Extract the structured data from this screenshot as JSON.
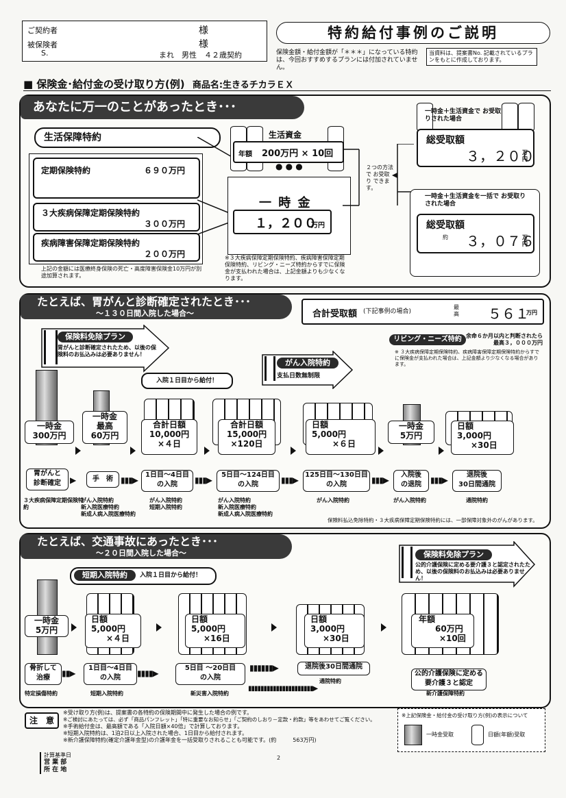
{
  "header": {
    "contractor_label": "ご契約者",
    "insured_label": "被保険者",
    "insured_name": "S.",
    "honorific1": "様",
    "honorific2": "様",
    "insured_detail": "まれ　男性　４２歳契約",
    "title": "特約給付事例のご説明",
    "note_main": "保険金額・給付金額が「＊＊＊」になっている特約は、今回おすすめするプランには付加されていません。",
    "note_box": "当資料は、提案書No. 記載されているプランをもとに作成しております。"
  },
  "section_heading": {
    "label": "■ 保険金･給付金の受け取り方(例)",
    "product_label": "商品名:生きるチカラＥＸ"
  },
  "s1": {
    "banner": "あなたに万一のことがあったとき･･･",
    "life_rider": "生活保障特約",
    "rows": [
      {
        "name": "定期保険特約",
        "amount": "６９０万円"
      },
      {
        "name": "３大疾病保障定期保険特約",
        "amount": "３００万円"
      },
      {
        "name": "疾病障害保障定期保険特約",
        "amount": "２００万円"
      }
    ],
    "note_left": "上記の金額には医療終身保険の死亡・高度障害保険金10万円が別途加算されます。",
    "living_label": "生活資金",
    "annual_prefix": "年額",
    "annual_value": "200万円 × 10回",
    "lump_label": "一 時 金",
    "lump_value": "１，２００",
    "lump_unit": "万円",
    "two_ways": "２つの方法で お受取り できます。",
    "note_bottom": "※３大疾病保障定期保険特約、疾病障害保障定期保険特約、リビング・ニーズ特約からすでに保険金が支払われた場合は、上記金額よりも少なくなります。",
    "opt1_title": "一時金＋生活資金で お受取りされた場合",
    "opt1_label": "総受取額",
    "opt1_value": "３，２００",
    "opt1_unit": "万円",
    "opt2_title": "一時金＋生活資金を一括で お受取りされた場合",
    "opt2_label": "総受取額",
    "opt2_approx": "約",
    "opt2_value": "３，０７６",
    "opt2_unit": "万円"
  },
  "s2": {
    "banner": "たとえば、胃がんと診断確定されたとき･･･",
    "sub": "～１３０日間入院した場合～",
    "total_label": "合計受取額",
    "total_note": "(下記事例の場合)",
    "total_max": "最高",
    "total_value": "５６１",
    "total_unit": "万円",
    "waiver_title": "保険料免除プラン",
    "waiver_text": "胃がんと診断確定されたため、以後の保険料のお払込みは必要ありません！",
    "living_needs": "リビング・ニーズ特約",
    "living_needs_text": "余命６か月以内と判断されたら最高３，０００万円",
    "living_needs_note": "※ ３大疾病保障定期保険特約、疾病障害保障定期保険特約からすでに保険金が支払われた場合は、上記金額より少なくなる場合があります。",
    "cancer_rider": "がん入院特約",
    "cancer_rider_text": "支払日数無制限",
    "day1_callout": "入院１日目から給付！",
    "payouts": [
      {
        "l1": "一時金",
        "l2": "300万円"
      },
      {
        "l1": "一時金",
        "l2": "最高",
        "l3": "60万円"
      },
      {
        "l1": "合計日額",
        "l2": "10,000円",
        "l3": "×４日"
      },
      {
        "l1": "合計日額",
        "l2": "15,000円",
        "l3": "×120日"
      },
      {
        "l1": "日額",
        "l2": "5,000円",
        "l3": "×６日"
      },
      {
        "l1": "一時金",
        "l2": "5万円"
      },
      {
        "l1": "日額",
        "l2": "3,000円",
        "l3": "×30日"
      }
    ],
    "steps": [
      {
        "l1": "胃がんと",
        "l2": "診断確定"
      },
      {
        "l1": "手　術",
        "l2": ""
      },
      {
        "l1": "1日目～4日目",
        "l2": "の入院"
      },
      {
        "l1": "5日目～124日目",
        "l2": "の入院"
      },
      {
        "l1": "125日目～130日目",
        "l2": "の入院"
      },
      {
        "l1": "入院後",
        "l2": "の退院"
      },
      {
        "l1": "退院後",
        "l2": "30日間通院"
      }
    ],
    "riders": [
      "３大疾病保障定期保険特約",
      "がん入院特約\n新入院医療特約\n新成人病入院医療特約",
      "がん入院特約\n短期入院特約",
      "がん入院特約\n新入院医療特約\n新成人病入院医療特約",
      "がん入院特約",
      "がん入院特約",
      "通院特約"
    ],
    "footnote": "保険料払込免除特約・３大疾病保障定期保険特約には、一部保障対象外のがんがあります。"
  },
  "s3": {
    "banner": "たとえば、交通事故にあったとき･･･",
    "sub": "～２０日間入院した場合～",
    "short_rider": "短期入院特約",
    "short_rider_text": "入院１日目から給付！",
    "waiver_title": "保険料免除プラン",
    "waiver_text": "公的介護保険に定める要介護３と認定されたため、以後の保険料のお払込みは必要ありません！",
    "payouts": [
      {
        "l1": "一時金",
        "l2": "5万円"
      },
      {
        "l1": "日額",
        "l2": "5,000円",
        "l3": "×４日"
      },
      {
        "l1": "日額",
        "l2": "5,000円",
        "l3": "×16日"
      },
      {
        "l1": "日額",
        "l2": "3,000円",
        "l3": "×30日"
      },
      {
        "l1": "年額",
        "l2": "60万円",
        "l3": "×10回"
      }
    ],
    "steps": [
      {
        "l1": "骨折して",
        "l2": "治療"
      },
      {
        "l1": "1日目～4日目",
        "l2": "の入院"
      },
      {
        "l1": "5日目 ～20日目",
        "l2": "の入院"
      },
      {
        "l1": "退院後30日間通院",
        "l2": ""
      },
      {
        "l1": "公的介護保険に定める",
        "l2": "要介護３と認定"
      }
    ],
    "riders": [
      "特定損傷特約",
      "短期入院特約",
      "新災害入院特約",
      "通院特約",
      "新介護保障特約"
    ]
  },
  "notes": {
    "label": "注　意",
    "lines": [
      "※受け取り方(例)は、提案書の各特約の保険期間中に発生した場合の例です。",
      "※ご検討にあたっては、必ず「商品パンフレット」「特に重要なお知らせ」「ご契約のしおり－定款・約款」等をあわせてご覧ください。",
      "※手術給付金は、最高額である「入院日額×40倍」で計算しております。",
      "※短期入院特約は、1泊2日以上入院された場合、1日目から給付されます。",
      "※新介護保障特約(確定介護年金型)の介護年金を一括受取りされることも可能です。(約　　　563万円)"
    ],
    "legend_title": "※上記保険金・給付金の受け取り方(例)の表示について",
    "legend_lump": "一時金受取",
    "legend_daily": "日額(年額)受取"
  },
  "footer": {
    "l1": "計算基準日",
    "l2": "営 業 部",
    "l3": "所 在 地",
    "page": "2"
  }
}
